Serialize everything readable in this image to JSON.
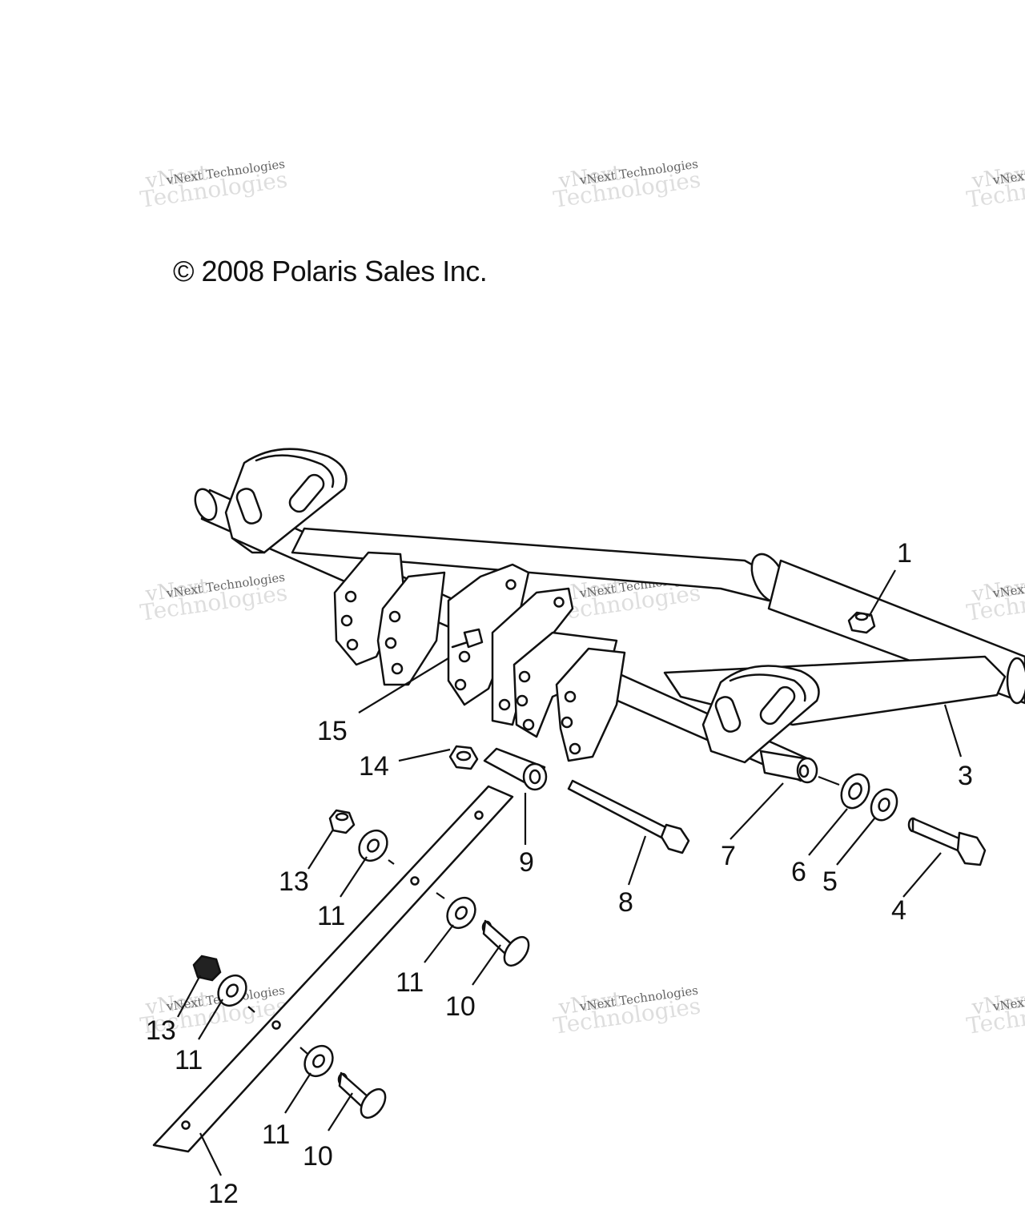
{
  "copyright": "© 2008 Polaris Sales Inc.",
  "watermark": {
    "brand": "vNext",
    "company": "vNext Technologies",
    "word": "Technologies"
  },
  "callouts": [
    "1",
    "3",
    "4",
    "5",
    "6",
    "7",
    "8",
    "9",
    "10",
    "10",
    "11",
    "11",
    "11",
    "11",
    "12",
    "13",
    "13",
    "14",
    "15"
  ]
}
